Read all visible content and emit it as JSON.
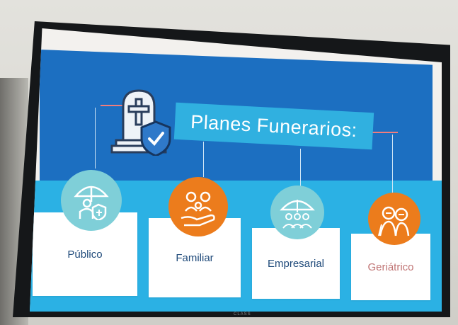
{
  "slide": {
    "title": "Planes Funerarios:",
    "plans": [
      {
        "label": "Público",
        "icon": "umbrella-shield-person-icon",
        "color": "#7fcfd8"
      },
      {
        "label": "Familiar",
        "icon": "family-hand-icon",
        "color": "#ec7c1c"
      },
      {
        "label": "Empresarial",
        "icon": "umbrella-group-icon",
        "color": "#7fcfd8"
      },
      {
        "label": "Geriátrico",
        "icon": "elderly-couple-icon",
        "color": "#ec7c1c"
      }
    ],
    "header_icon": "tombstone-shield-icon"
  },
  "tv": {
    "brand": "CLASS"
  },
  "colors": {
    "slide_blue": "#1c6fc1",
    "band_cyan": "#2bb1e4",
    "accent_orange": "#ec7c1c",
    "accent_teal": "#7fcfd8"
  }
}
